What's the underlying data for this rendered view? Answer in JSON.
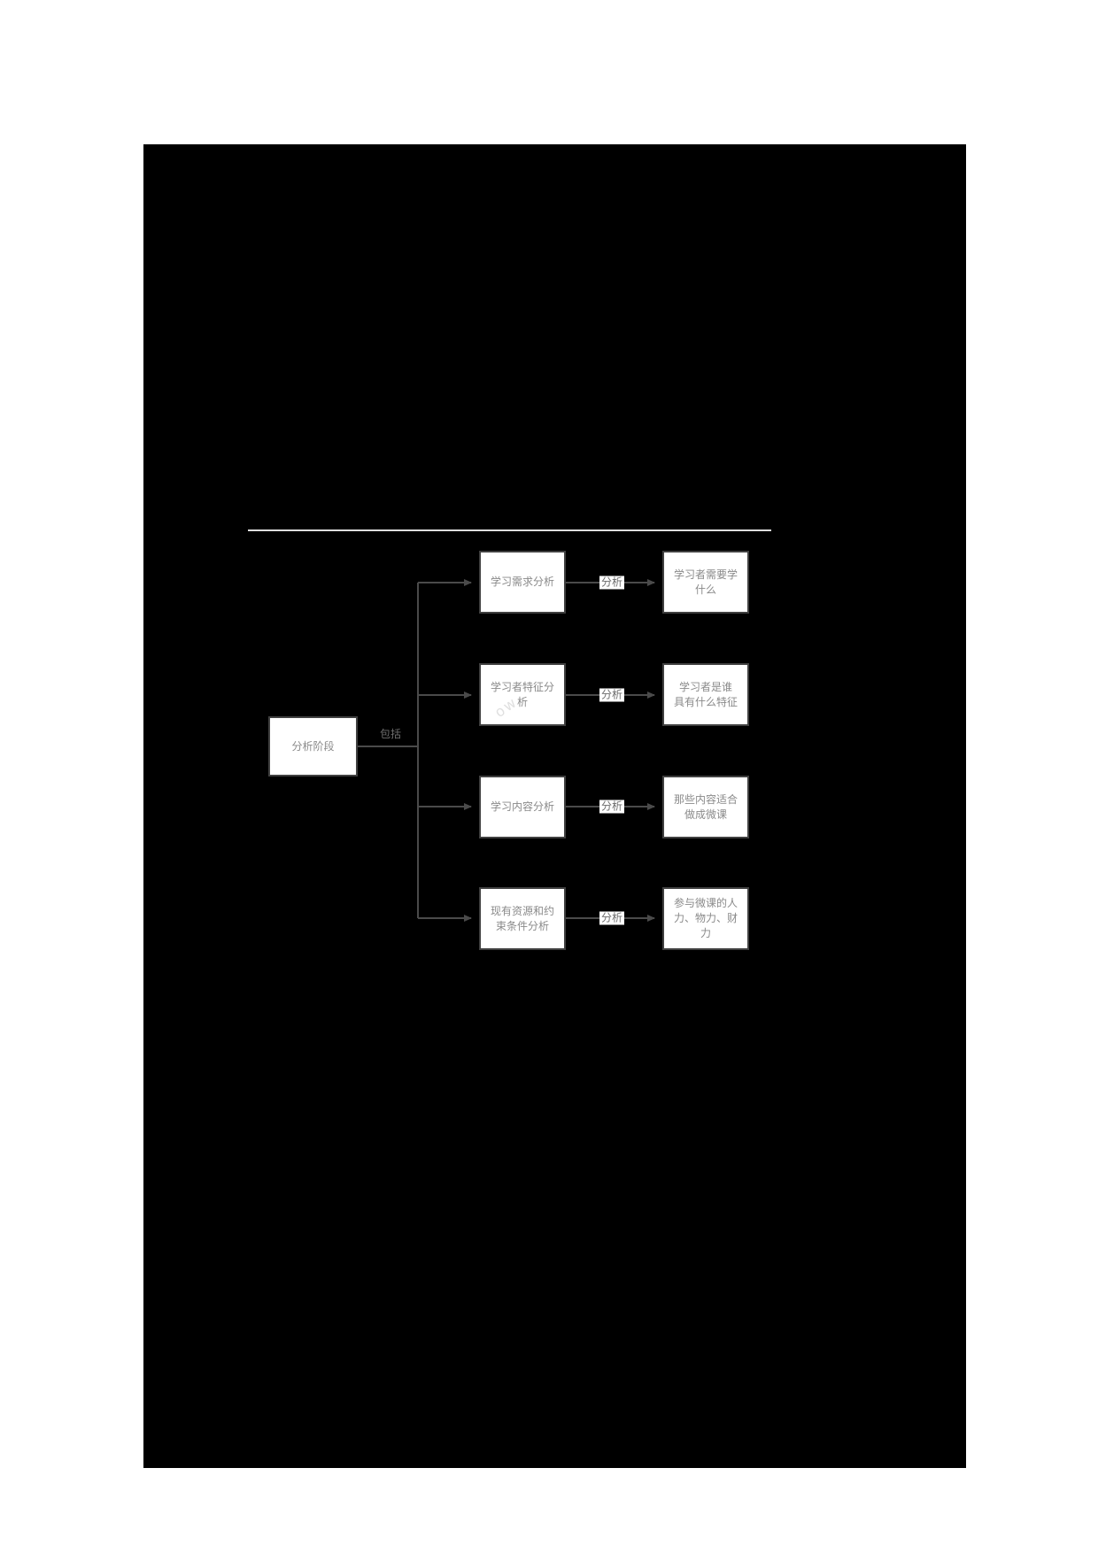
{
  "page": {
    "background": "#ffffff",
    "canvas_background": "#000000"
  },
  "colors": {
    "box_fill": "#ffffff",
    "box_border": "#404040",
    "box_text": "#8a8a8a",
    "connector": "#4a4a4a",
    "edge_label_text": "#6b6b6b",
    "divider_line": "#dedede",
    "watermark_text": "#e0e0e0"
  },
  "diagram": {
    "root": {
      "label": "分析阶段"
    },
    "root_edge_label": "包括",
    "watermark": "ow",
    "rows": [
      {
        "step": "学习需求分析",
        "edge": "分析",
        "result": "学习者需要学\n什么"
      },
      {
        "step": "学习者特征分\n析",
        "edge": "分析",
        "result": "学习者是谁\n具有什么特征"
      },
      {
        "step": "学习内容分析",
        "edge": "分析",
        "result": "那些内容适合\n做成微课"
      },
      {
        "step": "现有资源和约\n束条件分析",
        "edge": "分析",
        "result": "参与微课的人\n力、物力、财\n力"
      }
    ]
  }
}
